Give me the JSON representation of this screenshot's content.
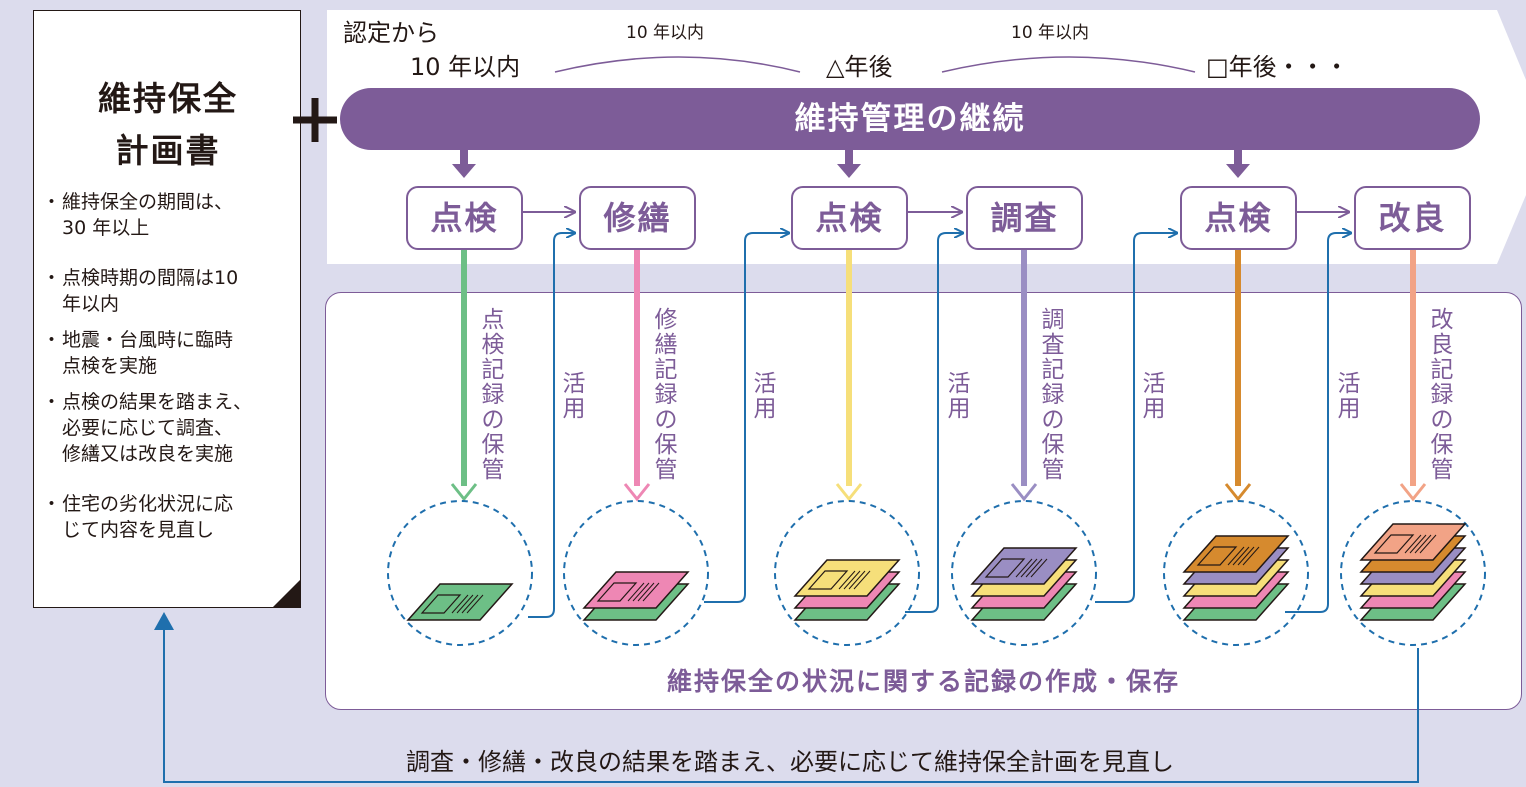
{
  "plan": {
    "title_line1": "維持保全",
    "title_line2": "計画書",
    "bullets": [
      {
        "dot": "・",
        "lines": [
          "維持保全の期間は、",
          "30 年以上"
        ]
      },
      {
        "dot": "・",
        "lines": [
          "点検時期の間隔は10",
          "年以内"
        ]
      },
      {
        "dot": "・",
        "lines": [
          "地震・台風時に臨時",
          "点検を実施"
        ]
      },
      {
        "dot": "・",
        "lines": [
          "点検の結果を踏まえ、",
          "必要に応じて調査、",
          "修繕又は改良を実施"
        ]
      },
      {
        "dot": "・",
        "lines": [
          "住宅の劣化状況に応",
          "じて内容を見直し"
        ]
      }
    ]
  },
  "plus_sign": "+",
  "timeline": {
    "from_label": "認定から",
    "point1": "10 年以内",
    "point2": "△年後",
    "point3": "□年後・・・",
    "interval1": "10 年以内",
    "interval2": "10 年以内"
  },
  "main_bar": "維持管理の継続",
  "steps": [
    "点検",
    "修繕",
    "点検",
    "調査",
    "点検",
    "改良"
  ],
  "record_labels": [
    "点検記録の保管",
    "修繕記録の保管",
    "調査記録の保管",
    "改良記録の保管"
  ],
  "use_label": "活用",
  "records_caption": "維持保全の状況に関する記録の作成・保存",
  "review_caption": "調査・修繕・改良の結果を踏まえ、必要に応じて維持保全計画を見直し",
  "colors": {
    "purple": "#7d5c98",
    "blue": "#1f6fad",
    "green": "#6dbf86",
    "pink": "#ee87b4",
    "yellow": "#f6df7a",
    "lavender": "#9a8ec3",
    "orange": "#d68a2e",
    "salmon": "#f2a386",
    "background": "#dcdced"
  }
}
